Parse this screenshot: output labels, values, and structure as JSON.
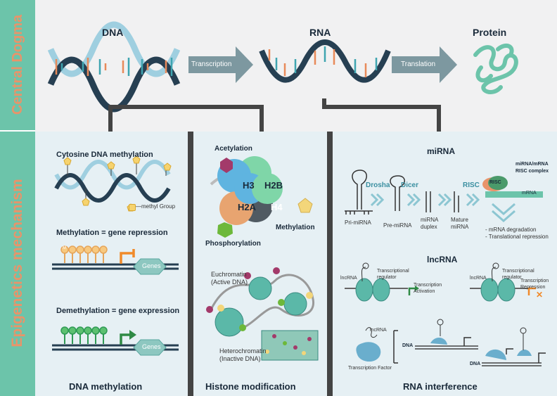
{
  "colors": {
    "sidebar": "#6cc4aa",
    "top_bg": "#f1f1f2",
    "panel_bg": "#e6f0f4",
    "divider": "#444444",
    "accent_orange": "#e8946a",
    "teal": "#3f9fa8"
  },
  "sidebar": {
    "top_label": "Central Dogma",
    "bottom_label": "Epigenetics mechanism"
  },
  "central_dogma": {
    "dna_title": "DNA",
    "rna_title": "RNA",
    "protein_title": "Protein",
    "arrow1": "Transcription",
    "arrow2": "Translation"
  },
  "dna_methylation": {
    "heading1": "Cytosine DNA methylation",
    "legend": "—methyl Group",
    "heading2": "Methylation = gene repression",
    "methyl_mark": "M",
    "genes1": "Genes",
    "heading3": "Demethylation = gene expression",
    "genes2": "Genes",
    "footer": "DNA methylation"
  },
  "histone": {
    "acetylation": "Acetylation",
    "h3": "H3",
    "h2b": "H2B",
    "h2a": "H2A",
    "h4": "H4",
    "methylation": "Methylation",
    "phosphorylation": "Phosphorylation",
    "euchromatin1": "Euchromatin",
    "euchromatin2": "(Active DNA)",
    "hetero1": "Heterochromatin",
    "hetero2": "(Inactive DNA)",
    "footer": "Histone modification"
  },
  "rnai": {
    "mirna_title": "miRNA",
    "drosha": "Drosha",
    "dicer": "Dicer",
    "risc": "RISC",
    "complex1": "miRNA/mRNA",
    "complex2": "RISC complex",
    "risc_small": "RISC",
    "mrna": "mRNA",
    "pri": "Pri-miRNA",
    "pre": "Pre-miRNA",
    "duplex1": "miRNA",
    "duplex2": "duplex",
    "mature1": "Mature",
    "mature2": "miRNA",
    "outcome1": "- mRNA degradation",
    "outcome2": "- Translational repression",
    "lnc_title": "lncRNA",
    "lnc1": "lncRNA",
    "treg1a": "Transcriptional",
    "treg1b": "regulator",
    "tact1": "Transcription",
    "tact2": "Activation",
    "lnc2": "lncRNA",
    "treg2a": "Transcriptional",
    "treg2b": "regulator",
    "trep1": "Transcription",
    "trep2": "Repression",
    "lnc3": "lncRNA",
    "dna1": "DNA",
    "tf": "Transcription Factor",
    "dna2": "DNA",
    "footer": "RNA interference"
  }
}
